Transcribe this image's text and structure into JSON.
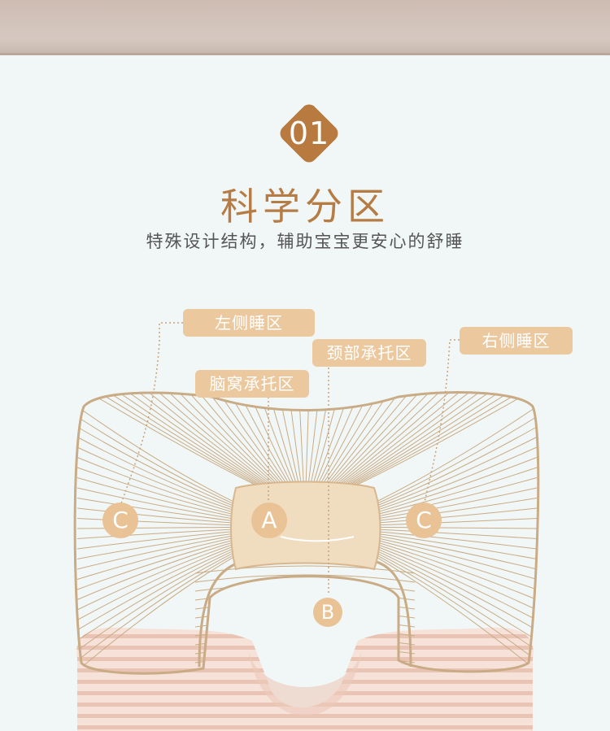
{
  "badge": {
    "number": "01"
  },
  "section": {
    "title": "科学分区",
    "subtitle": "特殊设计结构，辅助宝宝更安心的舒睡"
  },
  "zones": {
    "left_side": "左侧睡区",
    "neck_support": "颈部承托区",
    "right_side": "右侧睡区",
    "occiput_support": "脑窝承托区"
  },
  "markers": {
    "a": "A",
    "b": "B",
    "c_left": "C",
    "c_right": "C"
  },
  "colors": {
    "accent": "#b97a3f",
    "label": "#ebc89e",
    "pillow_outline": "#c9ab85",
    "center_fill": "#f0dcbf",
    "stripes": "#e8c1ae"
  }
}
